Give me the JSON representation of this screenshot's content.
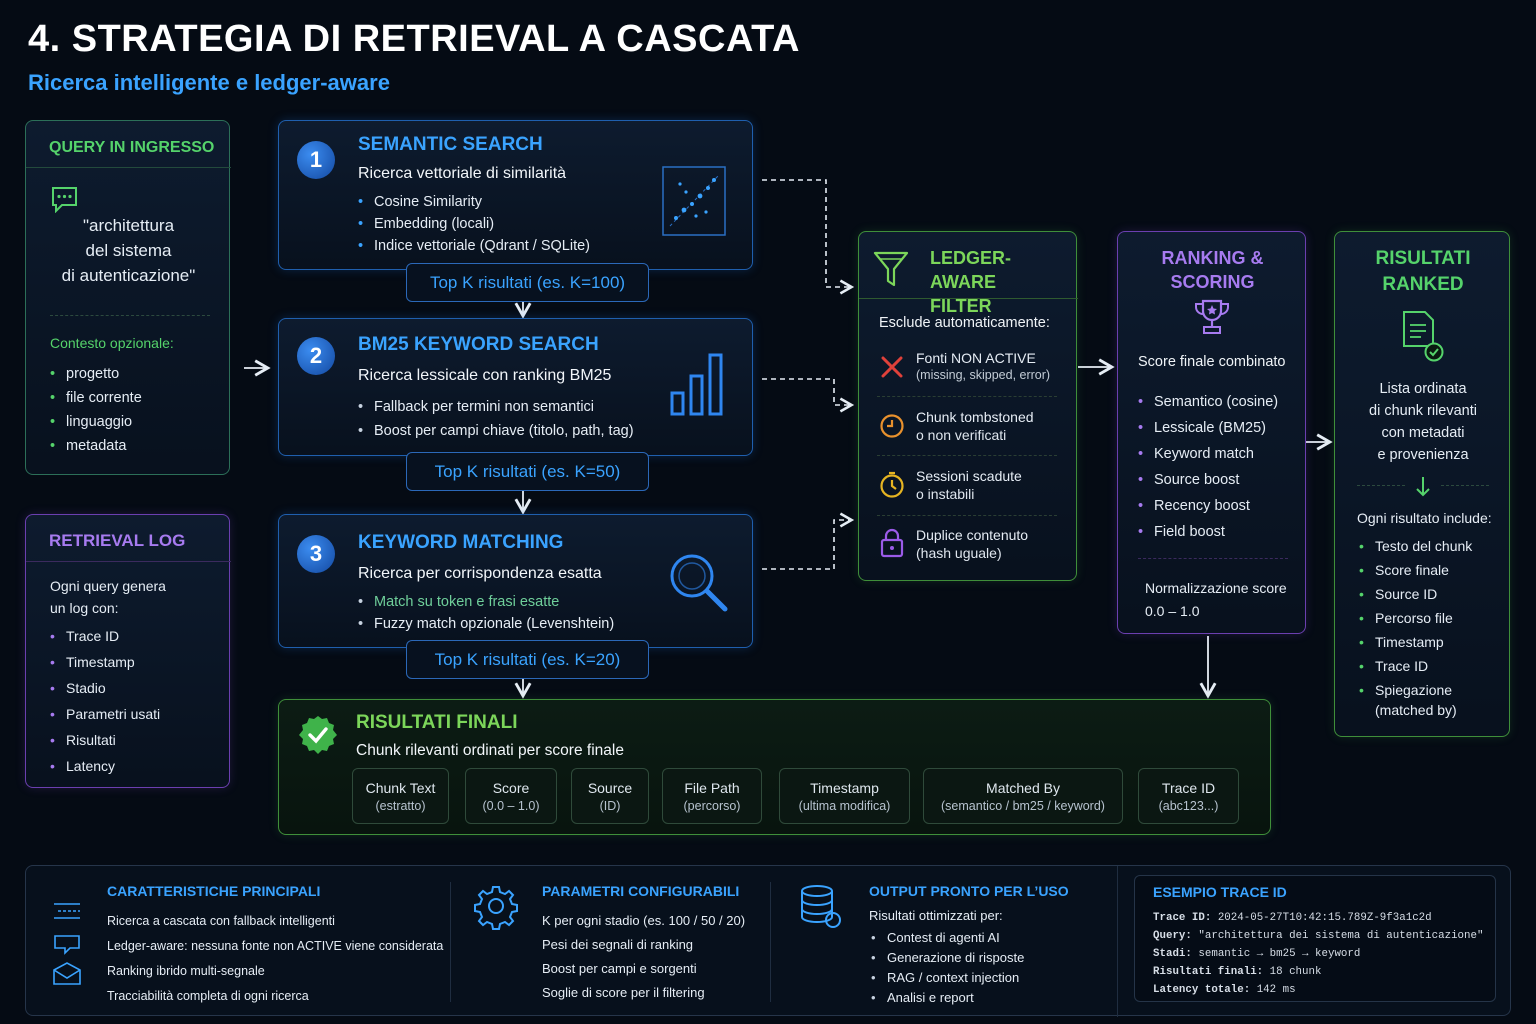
{
  "header": {
    "title": "4. STRATEGIA DI RETRIEVAL A CASCATA",
    "subtitle": "Ricerca intelligente e ledger-aware"
  },
  "query": {
    "title": "QUERY IN INGRESSO",
    "text": [
      "\"architettura",
      "del sistema",
      "di autenticazione\""
    ],
    "context_label": "Contesto opzionale:",
    "context_items": [
      "progetto",
      "file corrente",
      "linguaggio",
      "metadata"
    ]
  },
  "log": {
    "title": "RETRIEVAL LOG",
    "intro": [
      "Ogni query genera",
      "un log con:"
    ],
    "items": [
      "Trace ID",
      "Timestamp",
      "Stadio",
      "Parametri usati",
      "Risultati",
      "Latency"
    ]
  },
  "stages": [
    {
      "number": "1",
      "title": "SEMANTIC SEARCH",
      "subtitle": "Ricerca vettoriale di similarità",
      "bullets": [
        "Cosine Similarity",
        "Embedding (locali)",
        "Indice vettoriale (Qdrant / SQLite)"
      ],
      "topk": "Top K risultati (es. K=100)"
    },
    {
      "number": "2",
      "title": "BM25 KEYWORD SEARCH",
      "subtitle": "Ricerca lessicale con ranking BM25",
      "bullets": [
        "Fallback per termini non semantici",
        "Boost per campi chiave (titolo, path, tag)"
      ],
      "topk": "Top K risultati (es. K=50)"
    },
    {
      "number": "3",
      "title": "KEYWORD MATCHING",
      "subtitle": "Ricerca per corrispondenza esatta",
      "bullets": [
        "Match su token e frasi esatte",
        "Fuzzy match opzionale (Levenshtein)"
      ],
      "topk": "Top K risultati (es. K=20)"
    }
  ],
  "filter": {
    "title": [
      "LEDGER-AWARE",
      "FILTER"
    ],
    "intro": "Esclude automaticamente:",
    "items": [
      {
        "icon": "x-icon",
        "line1": "Fonti NON ACTIVE",
        "line2": "(missing, skipped, error)"
      },
      {
        "icon": "clock-icon",
        "line1": "Chunk tombstoned",
        "line2": "o non verificati"
      },
      {
        "icon": "timer-icon",
        "line1": "Sessioni scadute",
        "line2": "o instabili"
      },
      {
        "icon": "lock-icon",
        "line1": "Duplice contenuto",
        "line2": "(hash uguale)"
      }
    ]
  },
  "ranking": {
    "title": [
      "RANKING &",
      "SCORING"
    ],
    "intro": "Score finale combinato",
    "items": [
      "Semantico (cosine)",
      "Lessicale (BM25)",
      "Keyword match",
      "Source boost",
      "Recency boost",
      "Field boost"
    ],
    "norm_label": "Normalizzazione score",
    "norm_range": "0.0 – 1.0"
  },
  "ranked": {
    "title": [
      "RISULTATI",
      "RANKED"
    ],
    "desc": [
      "Lista ordinata",
      "di chunk rilevanti",
      "con metadati",
      "e provenienza"
    ],
    "include_label": "Ogni risultato include:",
    "items": [
      "Testo del chunk",
      "Score finale",
      "Source ID",
      "Percorso file",
      "Timestamp",
      "Trace ID",
      "Spiegazione",
      "(matched by)"
    ]
  },
  "final": {
    "title": "RISULTATI FINALI",
    "subtitle": "Chunk rilevanti ordinati per score finale",
    "chips": [
      {
        "label": "Chunk Text",
        "sub": "(estratto)"
      },
      {
        "label": "Score",
        "sub": "(0.0 – 1.0)"
      },
      {
        "label": "Source",
        "sub": "(ID)"
      },
      {
        "label": "File Path",
        "sub": "(percorso)"
      },
      {
        "label": "Timestamp",
        "sub": "(ultima modifica)"
      },
      {
        "label": "Matched By",
        "sub": "(semantico / bm25 / keyword)"
      },
      {
        "label": "Trace ID",
        "sub": "(abc123...)"
      }
    ]
  },
  "footer": {
    "features": {
      "title": "CARATTERISTICHE PRINCIPALI",
      "items": [
        "Ricerca a cascata con fallback intelligenti",
        "Ledger-aware: nessuna fonte non ACTIVE viene considerata",
        "Ranking ibrido multi-segnale",
        "Tracciabilità completa di ogni ricerca"
      ]
    },
    "params": {
      "title": "PARAMETRI CONFIGURABILI",
      "items": [
        "K per ogni stadio (es. 100 / 50 / 20)",
        "Pesi dei segnali di ranking",
        "Boost per campi e sorgenti",
        "Soglie di score per il filtering"
      ]
    },
    "output": {
      "title": "OUTPUT PRONTO PER L’USO",
      "intro": "Risultati ottimizzati per:",
      "items": [
        "Contest di agenti AI",
        "Generazione di risposte",
        "RAG / context injection",
        "Analisi e report"
      ]
    },
    "trace": {
      "title": "ESEMPIO TRACE ID",
      "rows": [
        {
          "key": "Trace ID:",
          "value": "2024-05-27T10:42:15.789Z-9f3a1c2d"
        },
        {
          "key": "Query:",
          "value": "\"architettura dei sistema di autenticazione\""
        },
        {
          "key": "Stadi:",
          "value": "semantic → bm25 → keyword"
        },
        {
          "key": "Risultati finali:",
          "value": "18 chunk"
        },
        {
          "key": "Latency totale:",
          "value": "142 ms"
        }
      ]
    }
  },
  "colors": {
    "background": "#050b14",
    "blue_accent": "#3aa3ff",
    "green_accent": "#55d36b",
    "purple_accent": "#a77bf0",
    "lime_accent": "#7cd65a"
  }
}
